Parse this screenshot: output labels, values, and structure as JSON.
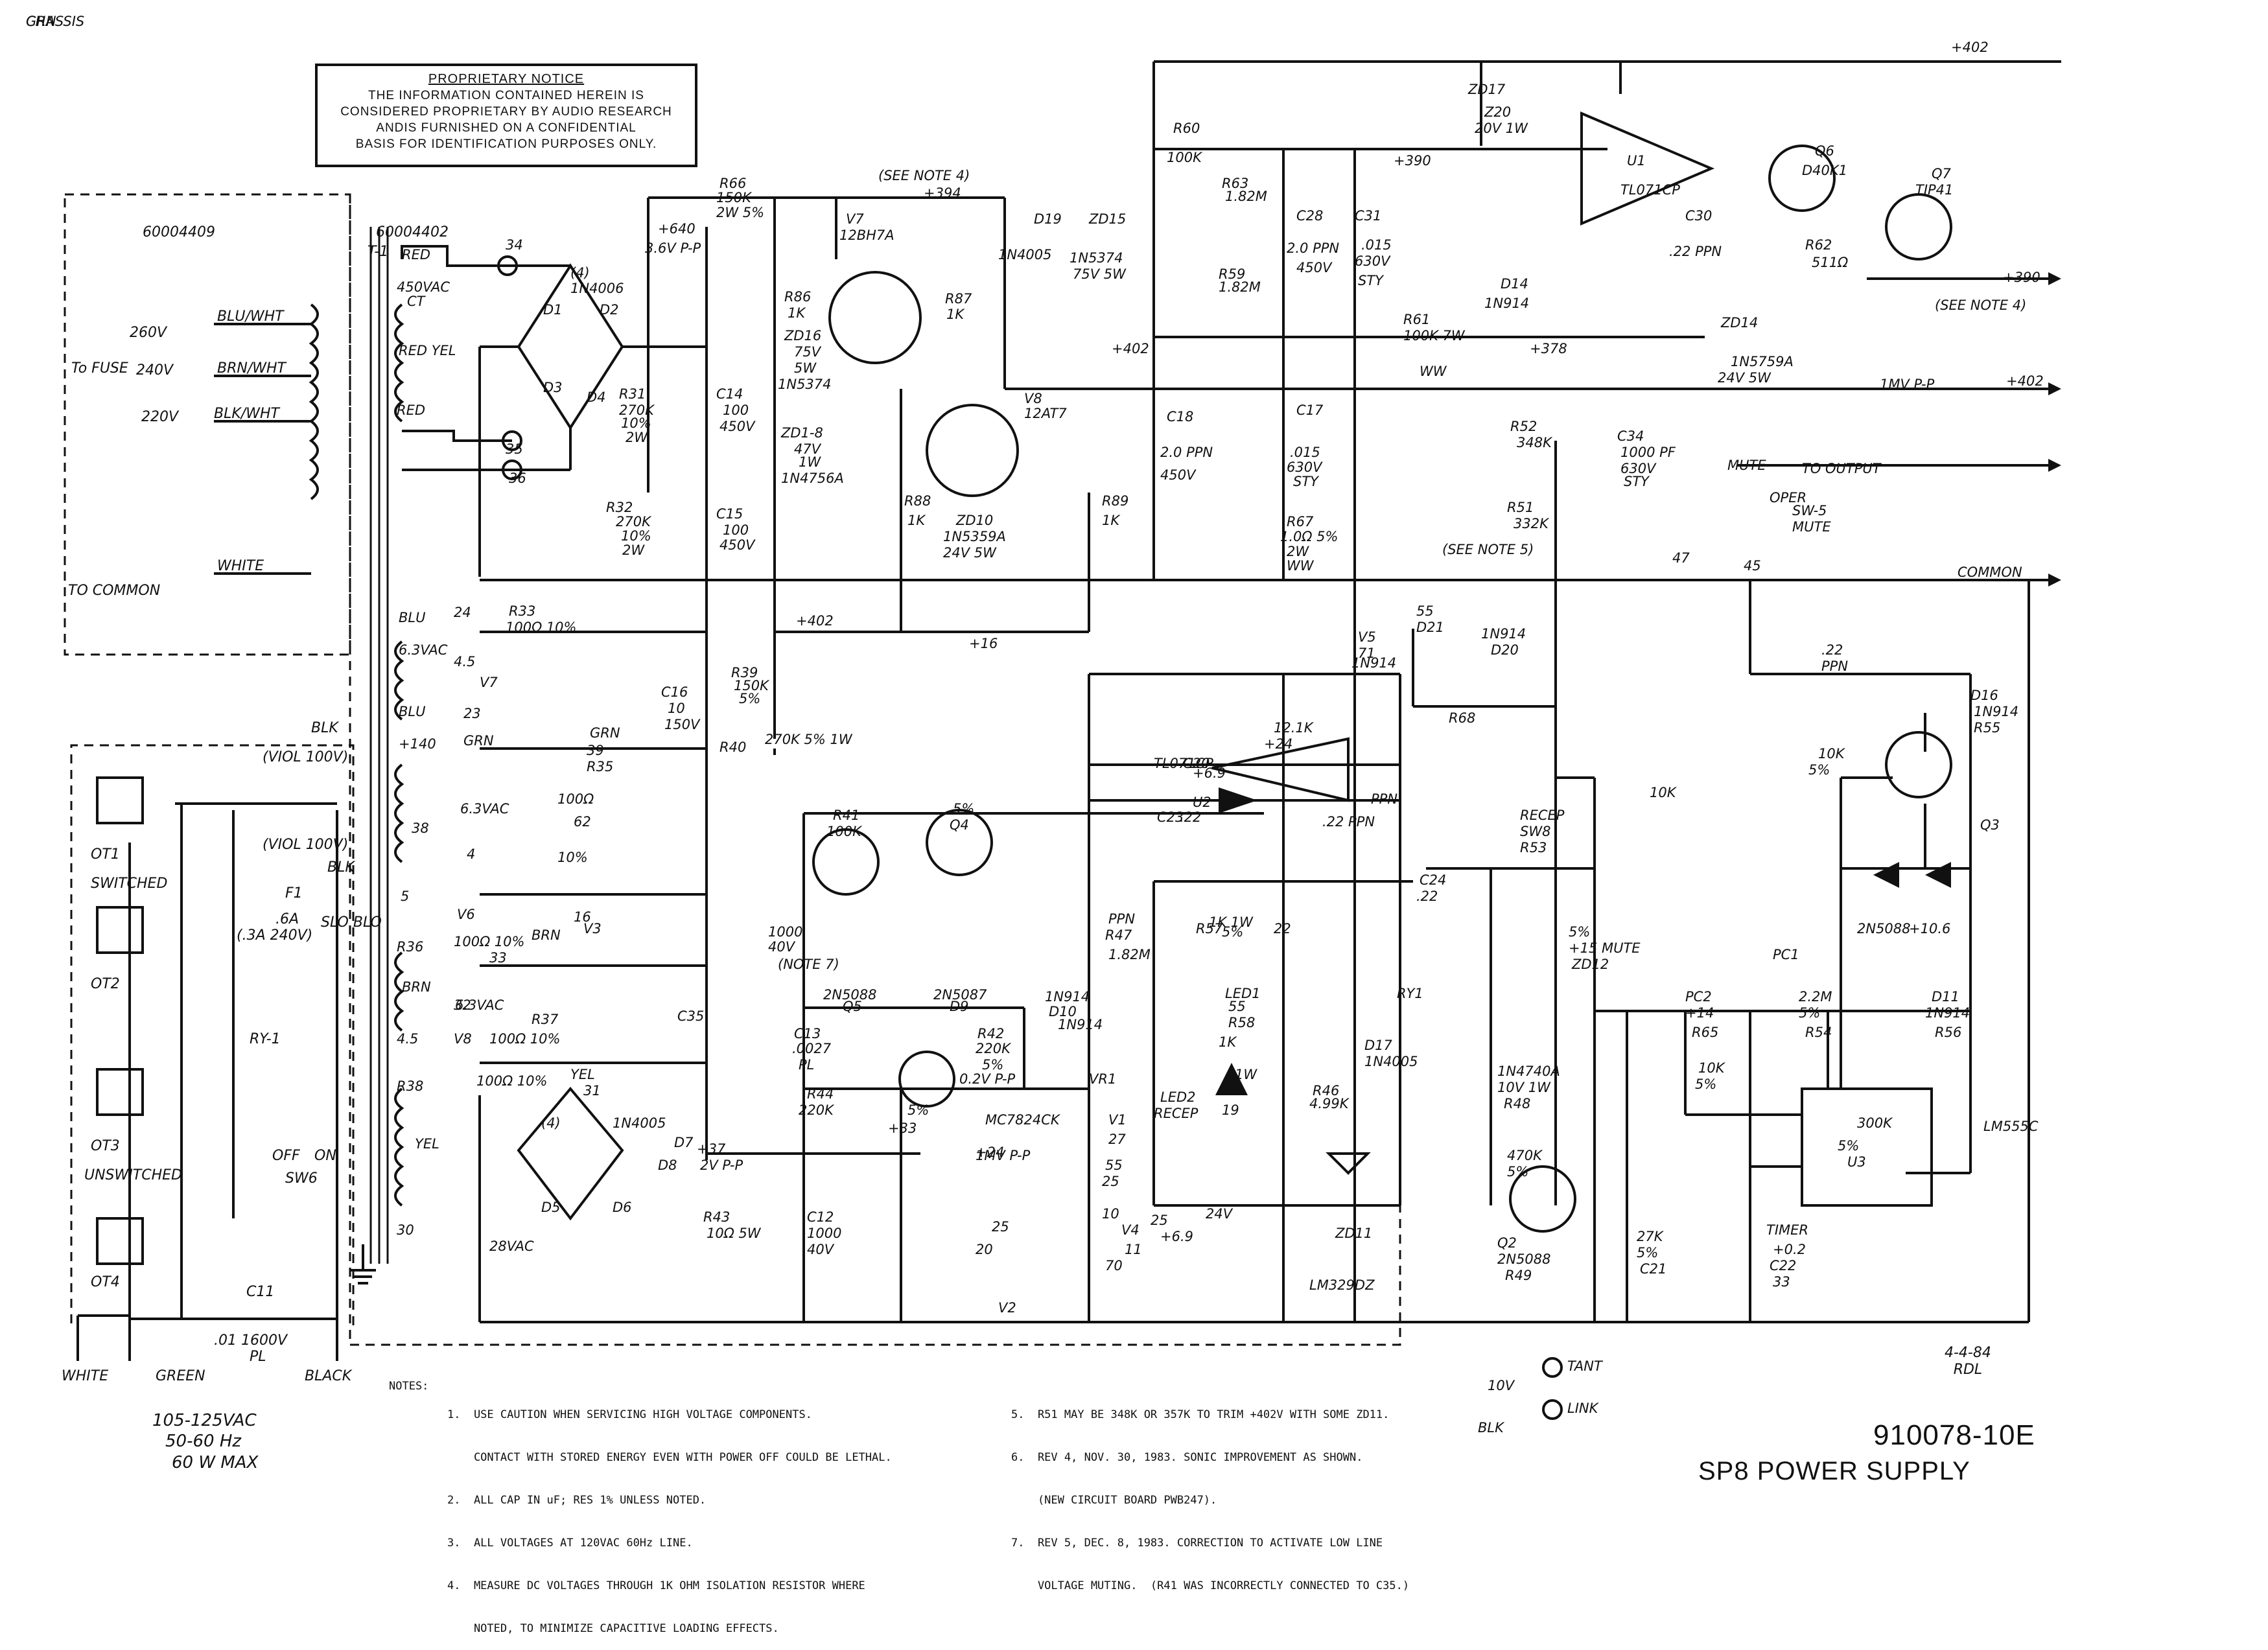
{
  "notice": {
    "title": "PROPRIETARY NOTICE",
    "lines": [
      "THE INFORMATION CONTAINED HEREIN IS",
      "CONSIDERED PROPRIETARY BY AUDIO RESEARCH",
      "ANDIS FURNISHED ON A CONFIDENTIAL",
      "BASIS FOR IDENTIFICATION PURPOSES ONLY."
    ]
  },
  "title_block": {
    "drawing_number": "910078-10E",
    "title": "SP8 POWER SUPPLY",
    "date": "4-4-84",
    "initials": "RDL"
  },
  "notes": {
    "heading": "NOTES:",
    "left": [
      "1.  USE CAUTION WHEN SERVICING HIGH VOLTAGE COMPONENTS.",
      "    CONTACT WITH STORED ENERGY EVEN WITH POWER OFF COULD BE LETHAL.",
      "2.  ALL CAP IN uF; RES 1% UNLESS NOTED.",
      "3.  ALL VOLTAGES AT 120VAC 60Hz LINE.",
      "4.  MEASURE DC VOLTAGES THROUGH 1K OHM ISOLATION RESISTOR WHERE",
      "    NOTED, TO MINIMIZE CAPACITIVE LOADING EFFECTS."
    ],
    "right": [
      "5.  R51 MAY BE 348K OR 357K TO TRIM +402V WITH SOME ZD11.",
      "6.  REV 4, NOV. 30, 1983. SONIC IMPROVEMENT AS SHOWN.",
      "    (NEW CIRCUIT BOARD PWB247).",
      "7.  REV 5, DEC. 8, 1983. CORRECTION TO ACTIVATE LOW LINE",
      "    VOLTAGE MUTING.  (R41 WAS INCORRECTLY CONNECTED TO C35.)"
    ]
  },
  "mains": {
    "part_primary": "60004409",
    "part_transformer": "60004402",
    "transformer": "T-1",
    "to_fuse": "To FUSE",
    "v260": "260V",
    "v240": "240V",
    "v220": "220V",
    "blu_wht": "BLU/WHT",
    "brn_wht": "BRN/WHT",
    "blk_wht": "BLK/WHT",
    "white": "WHITE",
    "to_common": "TO COMMON",
    "input_label": "105-125VAC",
    "input_freq": "50-60 Hz",
    "input_power": "60 W MAX",
    "white_wire": "WHITE",
    "green_wire": "GREEN",
    "black_wire": "BLACK",
    "c11": "C11",
    "c11_val": ".01 1600V",
    "c11_type": "PL",
    "switched": "SWITCHED",
    "unswitched": "UNSWITCHED",
    "outlets": [
      "OT1",
      "OT2",
      "OT3",
      "OT4"
    ],
    "blk": "BLK",
    "viol1": "(VIOL 100V)",
    "viol2": "(VIOL 100V)",
    "f1": "F1",
    "f1_val": ".6A",
    "f1_val2": "(.3A 240V)",
    "slo_blo": "SLO BLO",
    "ry1": "RY-1",
    "off": "OFF",
    "on": "ON",
    "sw6": "SW6"
  },
  "labels": [
    "RED",
    "450VAC",
    "CT",
    "RED YEL",
    "RED",
    "34",
    "35",
    "36",
    "(4)",
    "1N4006",
    "D1",
    "D2",
    "D3",
    "D4",
    "R31",
    "270K",
    "10%",
    "2W",
    "R32",
    "270K",
    "10%",
    "2W",
    "+640",
    "3.6V P-P",
    "C14",
    "100",
    "450V",
    "C15",
    "100",
    "450V",
    "R66",
    "150K",
    "2W 5%",
    "(SEE NOTE 4)",
    "+394",
    "V7",
    "12BH7A",
    "R86",
    "1K",
    "R87",
    "1K",
    "ZD16",
    "75V",
    "5W",
    "1N5374",
    "ZD1-8",
    "47V",
    "1W",
    "1N4756A",
    "D19",
    "1N4005",
    "ZD15",
    "1N5374",
    "75V 5W",
    "V8",
    "12AT7",
    "R88",
    "1K",
    "R89",
    "1K",
    "ZD10",
    "1N5359A",
    "24V 5W",
    "+402",
    "C18",
    "2.0 PPN",
    "450V",
    "C17",
    ".015",
    "630V",
    "STY",
    "R67",
    "1.0Ω 5%",
    "2W",
    "WW",
    "R60",
    "100K",
    "R63",
    "1.82M",
    "R59",
    "1.82M",
    "C28",
    "2.0 PPN",
    "450V",
    "C31",
    ".015",
    "630V",
    "STY",
    "ZD17",
    "Z20",
    "20V 1W",
    "+390",
    "U1",
    "TL071CP",
    "D14",
    "1N914",
    "C30",
    ".22 PPN",
    "R61",
    "100K 7W",
    "WW",
    "+378",
    "ZD14",
    "1N5759A",
    "24V 5W",
    "Q6",
    "D40K1",
    "Q7",
    "TIP41",
    "R62",
    "511Ω",
    "+402",
    "+390",
    "(SEE NOTE 4)",
    "1MV P-P",
    "+402",
    "R52",
    "348K",
    "R51",
    "332K",
    "(SEE NOTE 5)",
    "C34",
    "1000 PF",
    "630V",
    "STY",
    "MUTE",
    "TO OUTPUT",
    "OPER",
    "SW-5",
    "MUTE",
    "47",
    "45",
    "COMMON",
    "BLU",
    "24",
    "6.3VAC",
    "4.5",
    "V7",
    "BLU",
    "23",
    "R33",
    "100Ω 10%",
    "C16",
    "10",
    "150V",
    "R39",
    "150K",
    "5%",
    "+402",
    "+16",
    "R40",
    "270K 5% 1W",
    "+140",
    "GRN",
    "38",
    "6.3VAC",
    "4",
    "5",
    "V6",
    "GRN",
    "39",
    "R35",
    "100Ω",
    "10%",
    "62",
    "16",
    "V3",
    "R36",
    "100Ω 10%",
    "BRN",
    "32",
    "6.3VAC",
    "4.5",
    "V8",
    "BRN",
    "33",
    "R37",
    "100Ω 10%",
    "R38",
    "100Ω 10%",
    "YEL",
    "30",
    "28VAC",
    "YEL",
    "31",
    "(4)",
    "1N4005",
    "D5",
    "D6",
    "D7",
    "D8",
    "+37",
    "2V P-P",
    "R43",
    "10Ω 5W",
    "C12",
    "1000",
    "40V",
    "C35",
    "1000",
    "40V",
    "(NOTE 7)",
    "R41",
    "100K",
    "5%",
    "Q4",
    "2N5088",
    "Q5",
    "2N5087",
    "D9",
    "1N914",
    "D10",
    "1N914",
    "C13",
    ".0027",
    "PL",
    "R42",
    "220K",
    "5%",
    "R44",
    "220K",
    "5%",
    "+33",
    "0.2V P-P",
    "VR1",
    "MC7824CK",
    "+24",
    "1MV P-P",
    "25",
    "20",
    "V2",
    "V1",
    "27",
    "55",
    "25",
    "10",
    "V4",
    "11",
    "70",
    "V5",
    "71",
    "55",
    "D21",
    "1N914",
    "D20",
    "1N914",
    "R68",
    "12.1K",
    "+24",
    "+6.9",
    "U2",
    "TL071CP",
    "C20",
    "C23",
    ".22",
    "PPN",
    ".22",
    "PPN",
    "C24",
    ".22",
    "PPN",
    "R47",
    "1.82M",
    "R57",
    "1K 1W",
    "5%",
    "22",
    "LED1",
    "55",
    "R58",
    "1K",
    "1W",
    "19",
    "LED2",
    "RECEP",
    "R46",
    "4.99K",
    "D17",
    "1N4005",
    "RY1",
    "24V",
    "25",
    "+6.9",
    "ZD11",
    "LM329DZ",
    "RECEP",
    "SW8",
    "R53",
    "10K",
    "5%",
    "+15 MUTE",
    "ZD12",
    "1N4740A",
    "10V 1W",
    "R48",
    "470K",
    "5%",
    "Q2",
    "2N5088",
    "R49",
    "27K",
    "5%",
    "C21",
    ".22",
    "PPN",
    "D16",
    "1N914",
    "R55",
    "10K",
    "5%",
    "Q3",
    "2N5088",
    "+10.6",
    "PC1",
    "PC2",
    "+14",
    "R65",
    "2.2M",
    "5%",
    "R54",
    "10K",
    "5%",
    "D11",
    "1N914",
    "R56",
    "300K",
    "5%",
    "U3",
    "LM555C",
    "TIMER",
    "+0.2",
    "C22",
    "33",
    "10V",
    "TANT",
    "LINK",
    "BLK",
    "GRN",
    "CHASSIS"
  ]
}
